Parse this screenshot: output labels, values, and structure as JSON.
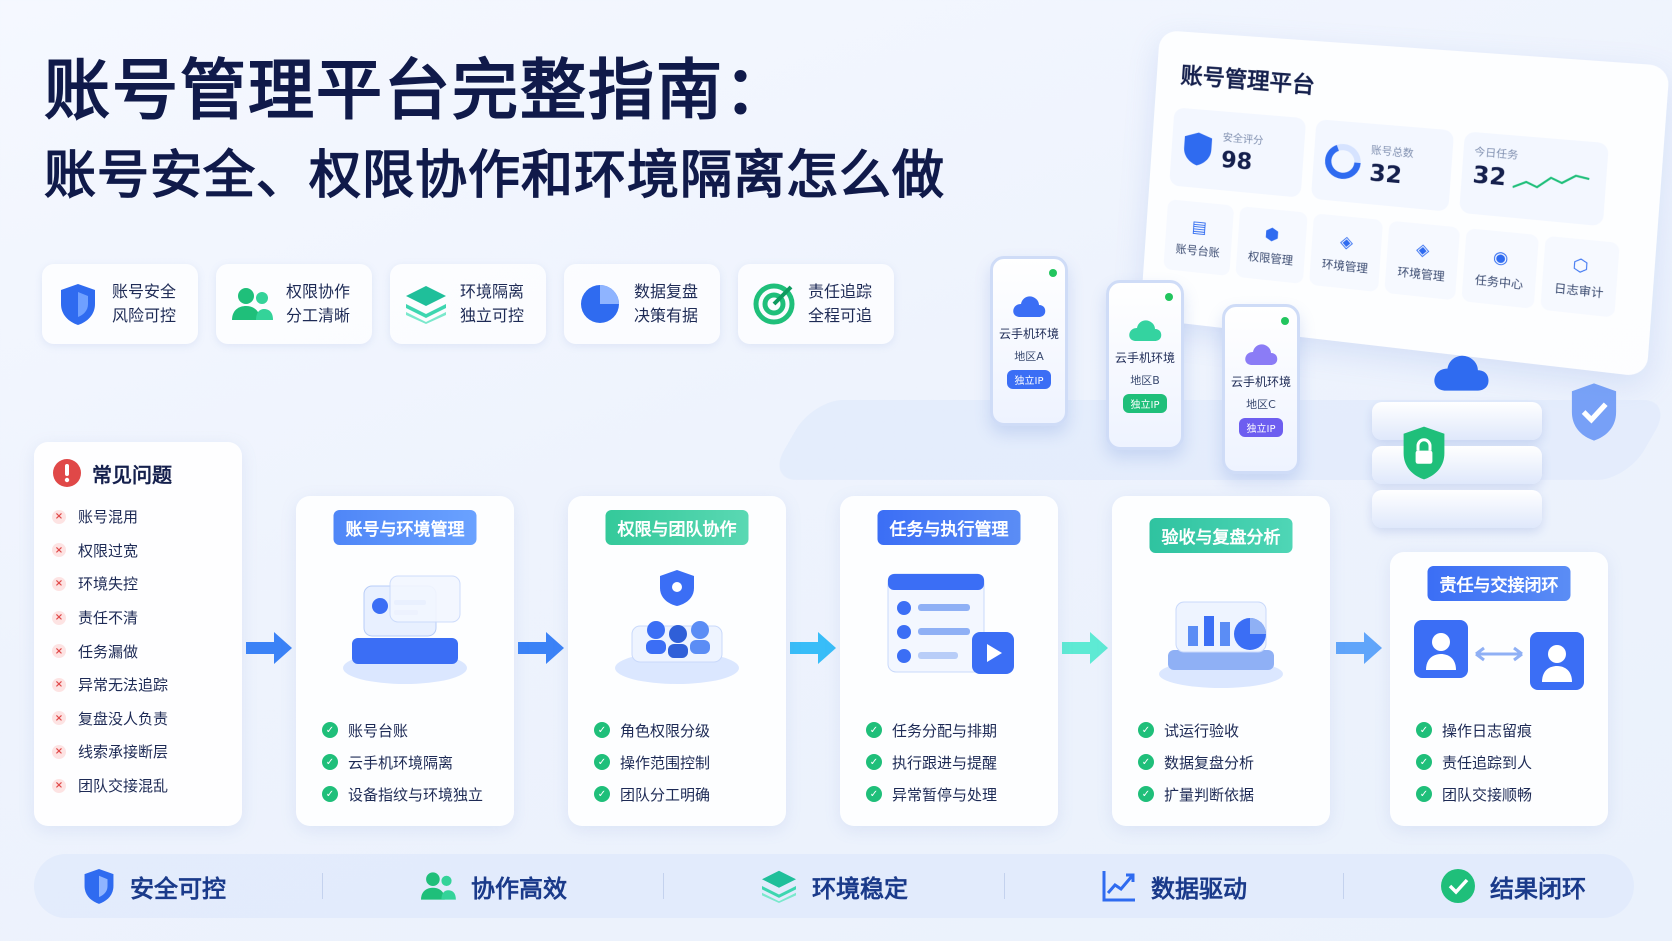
{
  "title": {
    "line1": "账号管理平台完整指南：",
    "line2": "账号安全、权限协作和环境隔离怎么做"
  },
  "features": [
    {
      "icon": "shield-icon",
      "line1": "账号安全",
      "line2": "风险可控"
    },
    {
      "icon": "users-icon",
      "line1": "权限协作",
      "line2": "分工清晰"
    },
    {
      "icon": "layers-icon",
      "line1": "环境隔离",
      "line2": "独立可控"
    },
    {
      "icon": "pie-chart-icon",
      "line1": "数据复盘",
      "line2": "决策有据"
    },
    {
      "icon": "target-icon",
      "line1": "责任追踪",
      "line2": "全程可追"
    }
  ],
  "dashboard": {
    "title": "账号管理平台",
    "stats": [
      {
        "label": "安全评分",
        "value": "98"
      },
      {
        "label": "账号总数",
        "value": "32"
      },
      {
        "label": "今日任务",
        "value": "32"
      }
    ],
    "modules": [
      "账号台账",
      "权限管理",
      "环境管理",
      "环境管理",
      "任务中心",
      "日志审计"
    ]
  },
  "phones": [
    {
      "name": "云手机环境",
      "region": "地区A",
      "badge": "独立IP"
    },
    {
      "name": "云手机环境",
      "region": "地区B",
      "badge": "独立IP"
    },
    {
      "name": "云手机环境",
      "region": "地区C",
      "badge": "独立IP"
    }
  ],
  "problems": {
    "title": "常见问题",
    "items": [
      "账号混用",
      "权限过宽",
      "环境失控",
      "责任不清",
      "任务漏做",
      "异常无法追踪",
      "复盘没人负责",
      "线索承接断层",
      "团队交接混乱"
    ]
  },
  "steps": [
    {
      "title": "账号与环境管理",
      "items": [
        "账号台账",
        "云手机环境隔离",
        "设备指纹与环境独立"
      ]
    },
    {
      "title": "权限与团队协作",
      "items": [
        "角色权限分级",
        "操作范围控制",
        "团队分工明确"
      ]
    },
    {
      "title": "任务与执行管理",
      "items": [
        "任务分配与排期",
        "执行跟进与提醒",
        "异常暂停与处理"
      ]
    },
    {
      "title": "验收与复盘分析",
      "items": [
        "试运行验收",
        "数据复盘分析",
        "扩量判断依据"
      ]
    },
    {
      "title": "责任与交接闭环",
      "items": [
        "操作日志留痕",
        "责任追踪到人",
        "团队交接顺畅"
      ]
    }
  ],
  "bottom": [
    "安全可控",
    "协作高效",
    "环境稳定",
    "数据驱动",
    "结果闭环"
  ],
  "colors": {
    "primary": "#2f6bf0",
    "green": "#1fbf7a",
    "red": "#e04848",
    "title": "#101a4a"
  }
}
